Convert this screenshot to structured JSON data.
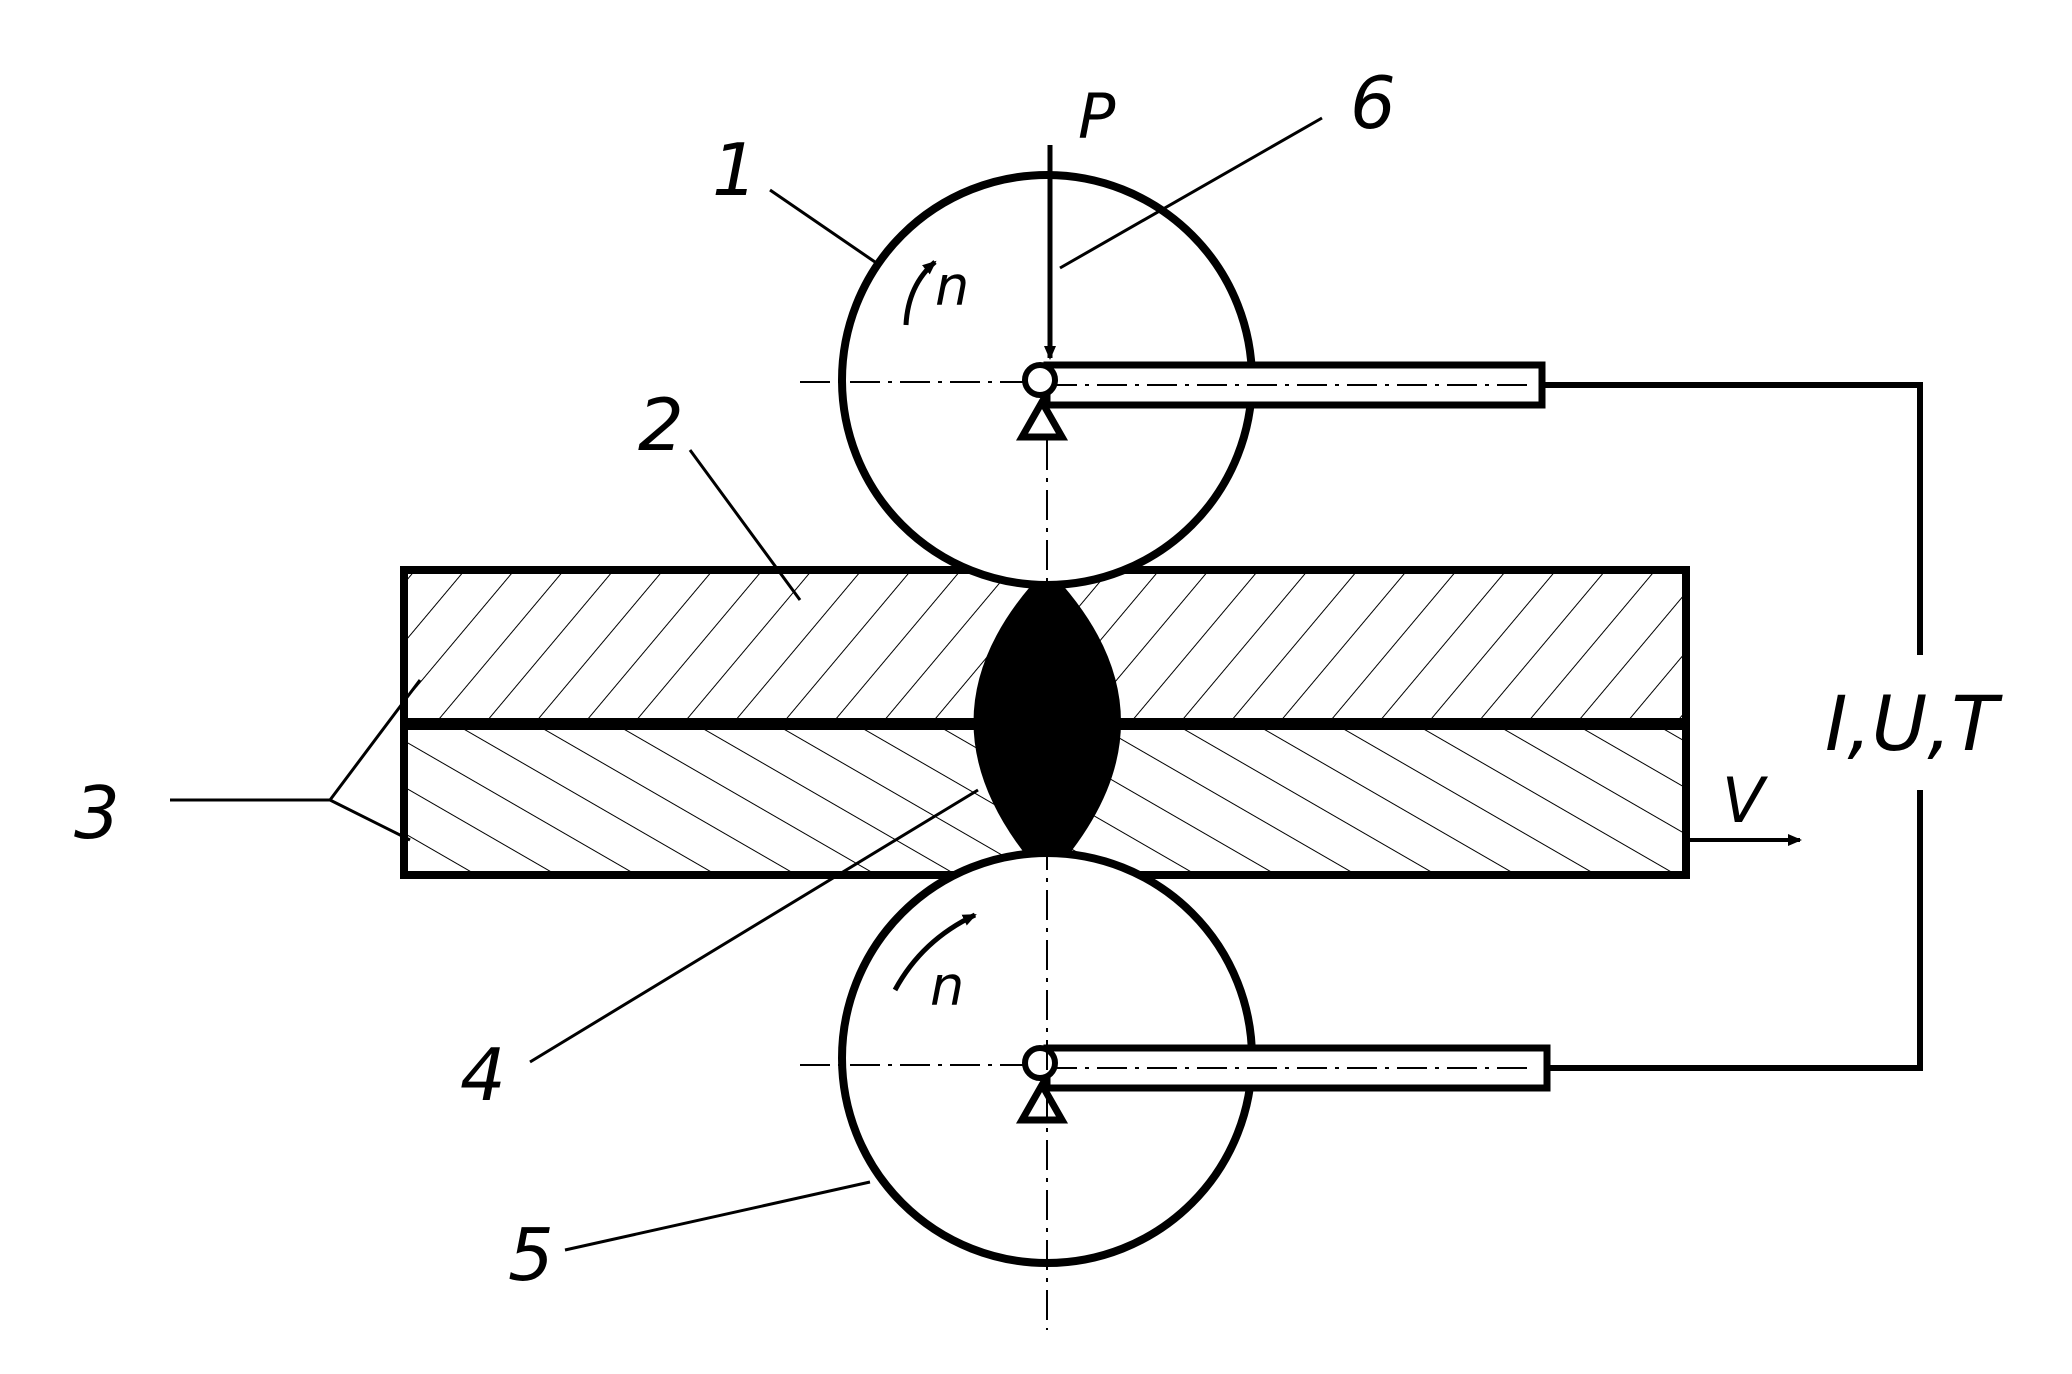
{
  "labels": {
    "upper_roller": "1",
    "sheet_top": "2",
    "sheets": "3",
    "weld_nugget": "4",
    "lower_roller": "5",
    "force_arrow": "6",
    "force": "P",
    "rotation_top": "n",
    "rotation_bottom": "n",
    "velocity": "V",
    "circuit": "I,U,T"
  },
  "colors": {
    "line": "#000000",
    "background": "#ffffff"
  }
}
